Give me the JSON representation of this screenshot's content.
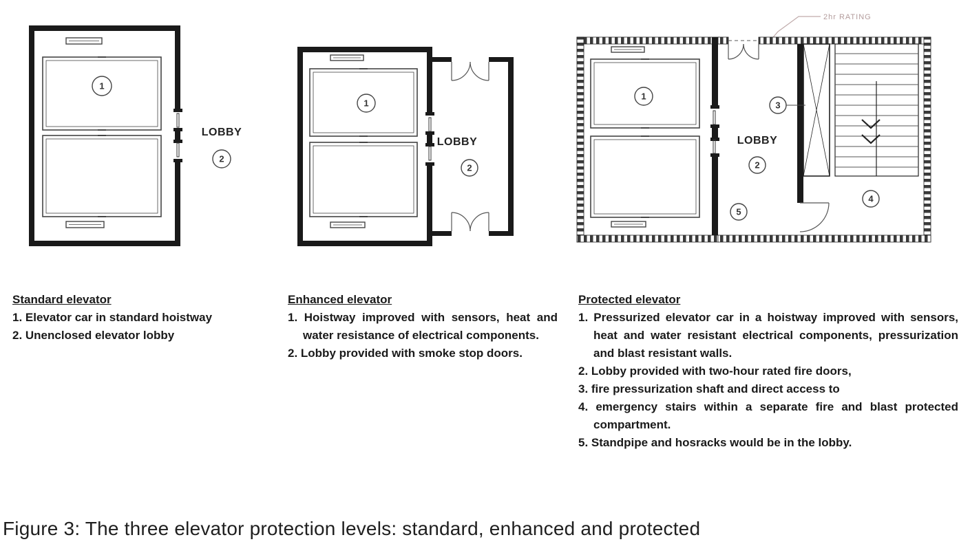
{
  "caption": "Figure 3: The three elevator protection levels: standard, enhanced and protected",
  "diagrams": {
    "standard": {
      "lobby_label": "LOBBY",
      "markers": {
        "car": "1",
        "lobby": "2"
      }
    },
    "enhanced": {
      "lobby_label": "LOBBY",
      "markers": {
        "car": "1",
        "lobby": "2"
      }
    },
    "protected": {
      "lobby_label": "LOBBY",
      "rating_label": "2hr RATING",
      "markers": {
        "car": "1",
        "lobby": "2",
        "shaft": "3",
        "stairs": "4",
        "standpipe": "5"
      }
    }
  },
  "legend": {
    "standard": {
      "title": "Standard elevator",
      "items": [
        "1. Elevator car in standard hoistway",
        "2. Unenclosed elevator lobby"
      ]
    },
    "enhanced": {
      "title": "Enhanced elevator",
      "items": [
        "1. Hoistway improved with sensors, heat and water resistance of electrical components.",
        "2. Lobby provided with smoke stop doors."
      ]
    },
    "protected": {
      "title": "Protected elevator",
      "items": [
        "1. Pressurized elevator car in a hoistway improved with sensors, heat and water resistant electrical components, pressurization and blast resistant walls.",
        "2. Lobby provided with two-hour rated fire doors,",
        "3. fire pressurization shaft and direct access to",
        "4. emergency stairs within a separate fire and blast protected compartment.",
        "5. Standpipe and hosracks would be in the lobby."
      ]
    }
  }
}
